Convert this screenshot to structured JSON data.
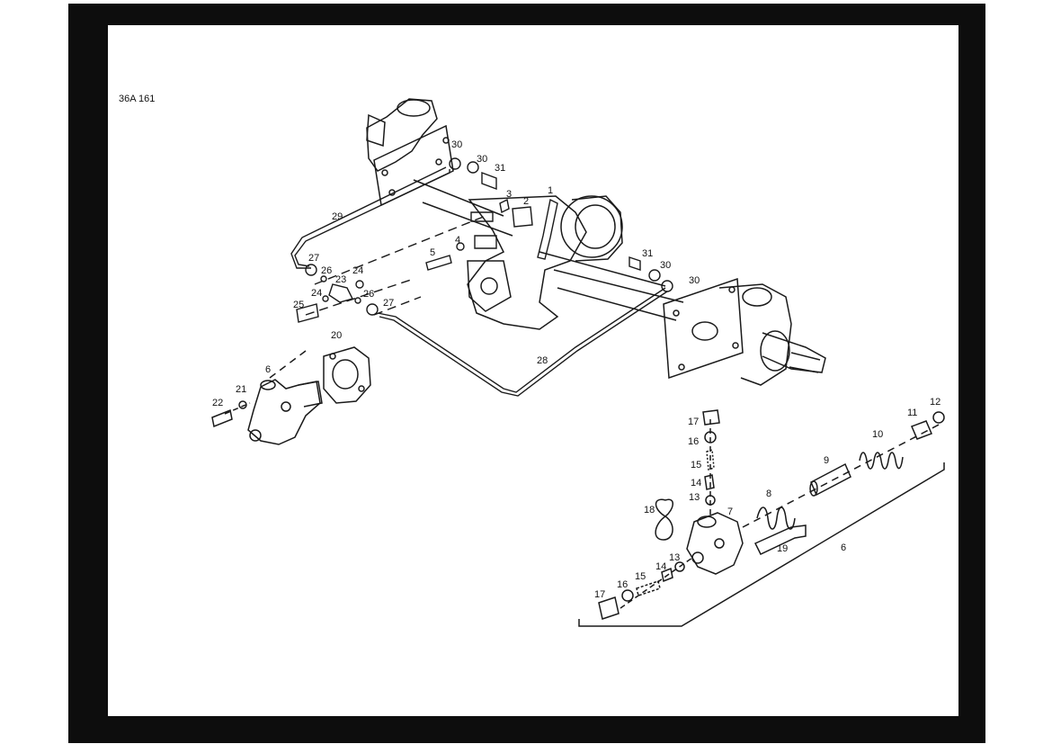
{
  "drawing": {
    "reference_code": "36A 161",
    "parts": [
      {
        "number": "1"
      },
      {
        "number": "2"
      },
      {
        "number": "3"
      },
      {
        "number": "4"
      },
      {
        "number": "5"
      },
      {
        "number": "6"
      },
      {
        "number": "7"
      },
      {
        "number": "8"
      },
      {
        "number": "9"
      },
      {
        "number": "10"
      },
      {
        "number": "11"
      },
      {
        "number": "12"
      },
      {
        "number": "13"
      },
      {
        "number": "14"
      },
      {
        "number": "15"
      },
      {
        "number": "16"
      },
      {
        "number": "17"
      },
      {
        "number": "18"
      },
      {
        "number": "19"
      },
      {
        "number": "20"
      },
      {
        "number": "21"
      },
      {
        "number": "22"
      },
      {
        "number": "23"
      },
      {
        "number": "24"
      },
      {
        "number": "25"
      },
      {
        "number": "26"
      },
      {
        "number": "27"
      },
      {
        "number": "28"
      },
      {
        "number": "29"
      },
      {
        "number": "30"
      },
      {
        "number": "31"
      }
    ]
  },
  "colors": {
    "frame": "#0d0d0d",
    "ink": "#1a1a1a",
    "paper": "#ffffff"
  }
}
